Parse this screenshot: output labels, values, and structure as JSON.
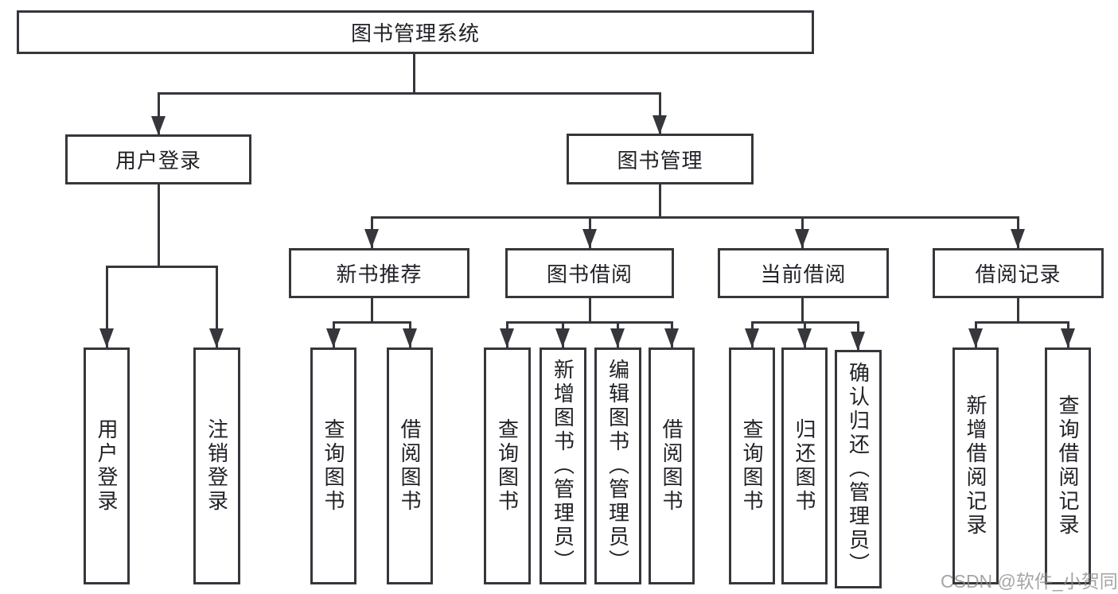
{
  "diagram": {
    "root": "图书管理系统",
    "level2": {
      "user_login": "用户登录",
      "book_management": "图书管理"
    },
    "level3": {
      "new_book_recommend": "新书推荐",
      "book_borrowing": "图书借阅",
      "current_borrowing": "当前借阅",
      "borrowing_records": "借阅记录"
    },
    "leaves": {
      "user_login": "用户登录",
      "logout": "注销登录",
      "recommend_query_books": "查询图书",
      "recommend_borrow_books": "借阅图书",
      "borrow_query_books": "查询图书",
      "borrow_add_books": "新增图书（管理员）",
      "borrow_edit_books": "编辑图书（管理员）",
      "borrow_borrow_books": "借阅图书",
      "current_query_books": "查询图书",
      "current_return_books": "归还图书",
      "current_confirm_return": "确认归还（管理员）",
      "records_add_record": "新增借阅记录",
      "records_query_record": "查询借阅记录"
    }
  },
  "watermark": "CSDN @软件_小贺同学",
  "colors": {
    "line": "#35373c",
    "text": "#202227",
    "watermark": "#8c8c8c",
    "background": "#ffffff"
  }
}
